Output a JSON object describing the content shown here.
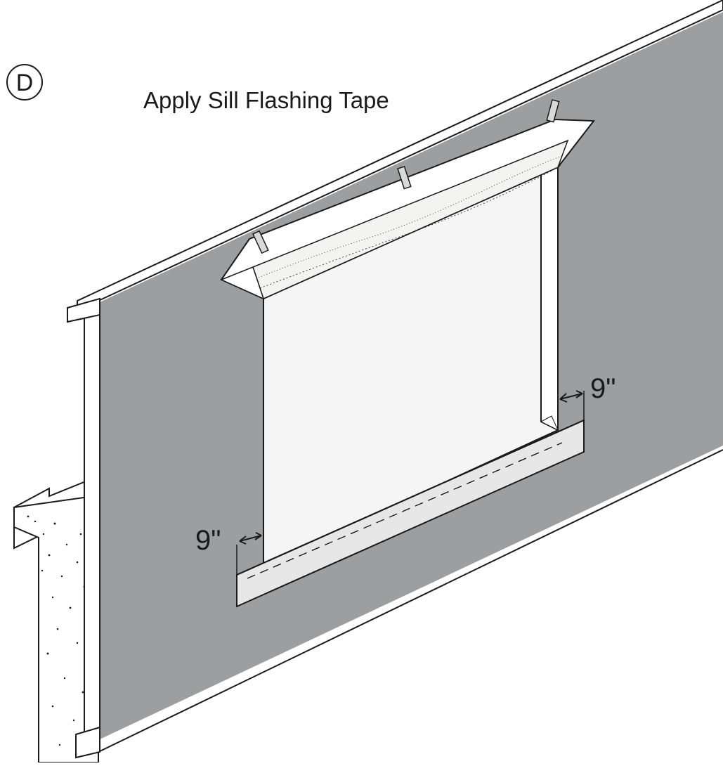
{
  "step": {
    "letter": "D"
  },
  "title": "Apply Sill Flashing Tape",
  "dimensions": {
    "right_offset": "9\"",
    "left_offset": "9\""
  },
  "colors": {
    "wrap": "#9d9e9f",
    "opening": "#f4f5f4",
    "tape": "#e6e7e6",
    "header_wood": "#f3f3f2",
    "lines": "#1a1a1a",
    "paper": "#ffffff"
  }
}
